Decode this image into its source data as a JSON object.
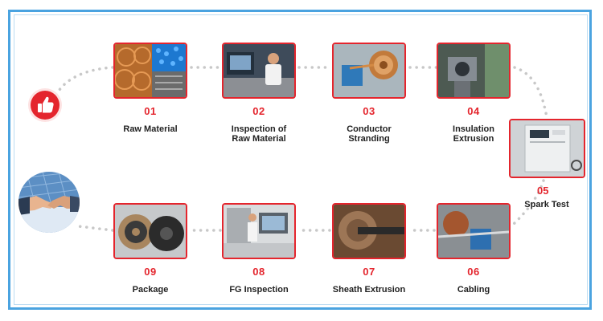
{
  "steps": [
    {
      "num": "01",
      "label": "Raw Material",
      "icon": "copper-and-pellets-photo"
    },
    {
      "num": "02",
      "label": "Inspection of\nRaw Material",
      "icon": "lab-inspection-photo"
    },
    {
      "num": "03",
      "label": "Conductor\nStranding",
      "icon": "stranding-machine-photo"
    },
    {
      "num": "04",
      "label": "Insulation\nExtrusion",
      "icon": "extruder-photo"
    },
    {
      "num": "05",
      "label": "Spark Test",
      "icon": "spark-tester-photo"
    },
    {
      "num": "06",
      "label": "Cabling",
      "icon": "cabling-machine-photo"
    },
    {
      "num": "07",
      "label": "Sheath Extrusion",
      "icon": "sheath-extruder-photo"
    },
    {
      "num": "08",
      "label": "FG Inspection",
      "icon": "test-lab-photo"
    },
    {
      "num": "09",
      "label": "Package",
      "icon": "cable-drum-photo"
    }
  ],
  "colors": {
    "accent_red": "#e4252d",
    "frame_blue": "#4aa3e0",
    "dot_gray": "#c8c8c8"
  }
}
